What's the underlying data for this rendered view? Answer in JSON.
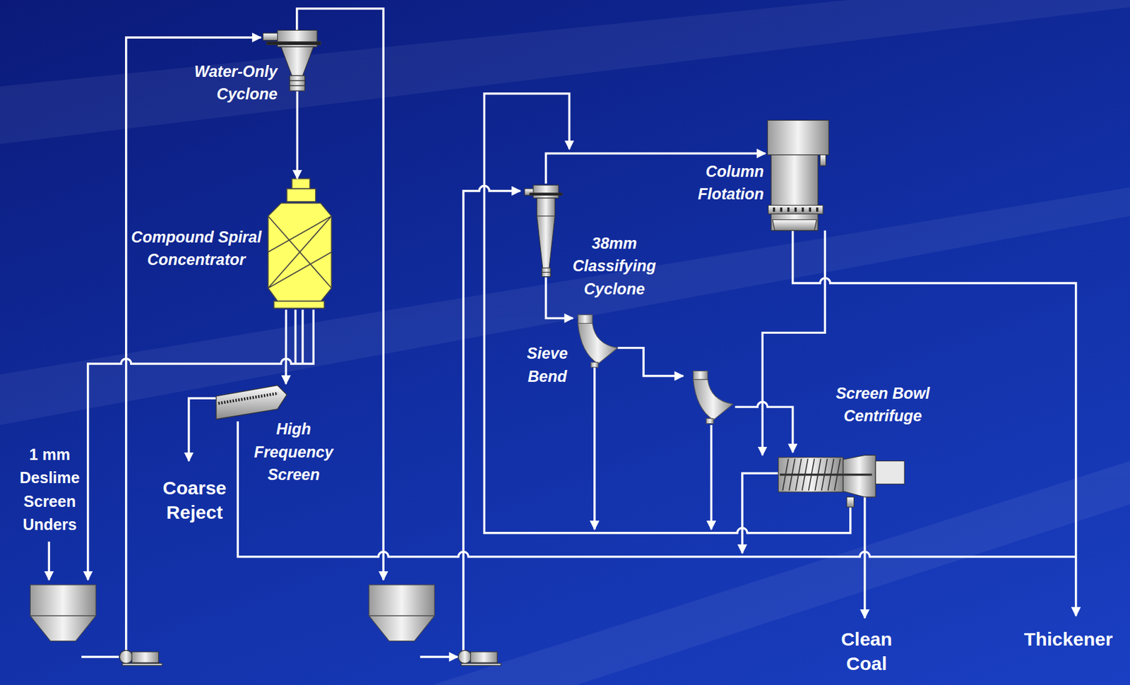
{
  "diagram": {
    "nodes": [
      {
        "text": [
          "Water-Only Cyclone"
        ]
      },
      {
        "text": [
          "Compound Spiral Concentrator"
        ]
      },
      {
        "text": [
          "High Frequency Screen"
        ]
      },
      {
        "text": [
          "38mm Classifying Cyclone"
        ]
      },
      {
        "text": [
          "Sieve Bend"
        ]
      },
      {
        "text": [
          "Column Flotation"
        ]
      },
      {
        "text": [
          "Screen Bowl Centrifuge"
        ]
      }
    ],
    "edges": [
      {
        "from": 0,
        "to": 1,
        "arrow": "to"
      },
      {
        "from": 1,
        "to": 2,
        "arrow": "to"
      },
      {
        "from": 3,
        "to": 5,
        "arrow": "to"
      },
      {
        "from": 3,
        "to": 4,
        "arrow": "to"
      },
      {
        "from": 5,
        "to": 6,
        "arrow": "to"
      }
    ],
    "labels": [
      "1 mm Deslime Screen Unders",
      "Coarse Reject",
      "Clean Coal",
      "Thickener"
    ]
  }
}
